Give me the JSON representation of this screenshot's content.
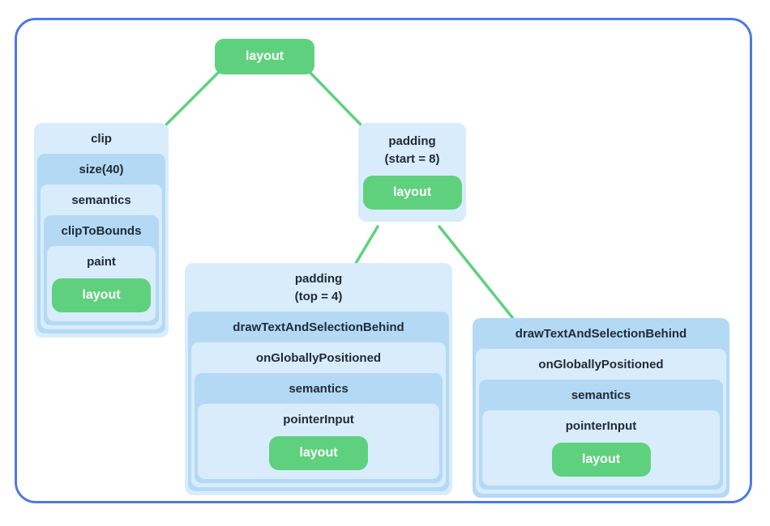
{
  "diagram": {
    "root": {
      "label": "layout"
    },
    "branches": {
      "clip": {
        "title": "clip",
        "chain": [
          "size(40)",
          "semantics",
          "clipToBounds",
          "paint"
        ],
        "leaf": "layout"
      },
      "padding_start": {
        "title_line1": "padding",
        "title_line2": "(start = 8)",
        "leaf": "layout"
      },
      "padding_top": {
        "title_line1": "padding",
        "title_line2": "(top = 4)",
        "chain": [
          "drawTextAndSelectionBehind",
          "onGloballyPositioned",
          "semantics",
          "pointerInput"
        ],
        "leaf": "layout"
      },
      "text": {
        "title": "drawTextAndSelectionBehind",
        "chain": [
          "onGloballyPositioned",
          "semantics",
          "pointerInput"
        ],
        "leaf": "layout"
      }
    }
  },
  "colors": {
    "frame_border": "#4d79e6",
    "node_green": "#5fd17e",
    "box_light_blue": "#d8ecfc",
    "box_dark_blue": "#b3d9f5",
    "edge_green": "#5fd17e",
    "label_text": "#212b36",
    "leaf_text": "#ffffff",
    "background": "#ffffff"
  }
}
